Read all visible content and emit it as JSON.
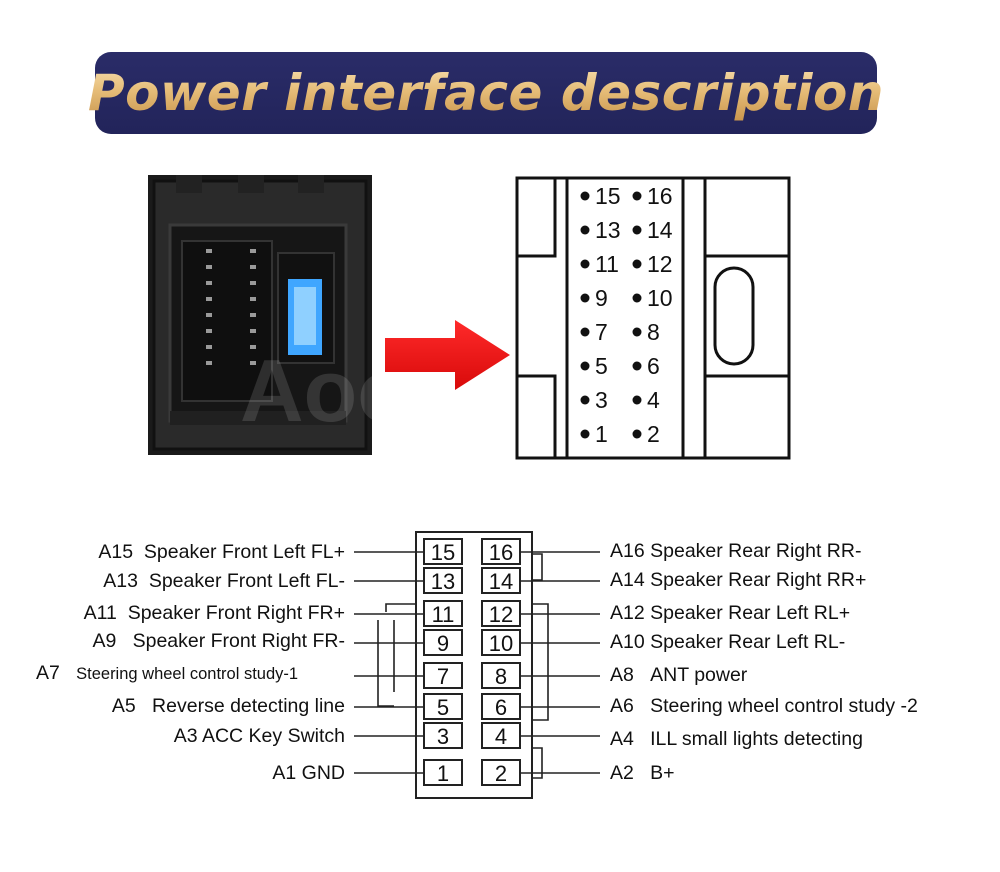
{
  "banner": {
    "title": "Power interface description"
  },
  "pinmap": {
    "rows": [
      [
        "15",
        "16"
      ],
      [
        "13",
        "14"
      ],
      [
        "11",
        "12"
      ],
      [
        "9",
        "10"
      ],
      [
        "7",
        "8"
      ],
      [
        "5",
        "6"
      ],
      [
        "3",
        "4"
      ],
      [
        "1",
        "2"
      ]
    ]
  },
  "connector": {
    "rows": [
      [
        "15",
        "16"
      ],
      [
        "13",
        "14"
      ],
      [
        "11",
        "12"
      ],
      [
        "9",
        "10"
      ],
      [
        "7",
        "8"
      ],
      [
        "5",
        "6"
      ],
      [
        "3",
        "4"
      ],
      [
        "1",
        "2"
      ]
    ]
  },
  "left_labels": [
    {
      "code": "A15",
      "text": "Speaker Front Left FL+"
    },
    {
      "code": "A13",
      "text": "Speaker Front Left FL-"
    },
    {
      "code": "A11",
      "text": "Speaker Front Right FR+"
    },
    {
      "code": "A9",
      "text": "Speaker Front Right FR-"
    },
    {
      "code": "A7",
      "text": "Steering wheel control study-1"
    },
    {
      "code": "A5",
      "text": "Reverse detecting line"
    },
    {
      "code": "",
      "text": "A3 ACC Key Switch"
    },
    {
      "code": "",
      "text": "A1 GND"
    }
  ],
  "right_labels": [
    {
      "code": "A16",
      "text": "Speaker Rear Right RR-"
    },
    {
      "code": "A14",
      "text": "Speaker Rear Right RR+"
    },
    {
      "code": "A12",
      "text": "Speaker Rear Left RL+"
    },
    {
      "code": "A10",
      "text": "Speaker Rear Left RL-"
    },
    {
      "code": "A8",
      "text": "ANT power"
    },
    {
      "code": "A6",
      "text": "Steering wheel control study -2"
    },
    {
      "code": "A4",
      "text": "ILL small lights detecting"
    },
    {
      "code": "A2",
      "text": "B+"
    }
  ],
  "watermark": "Aoonav",
  "colors": {
    "banner_bg": "#24265c",
    "title_gold": "#e3b877",
    "arrow_red": "#ee1111",
    "fuse_blue": "#3fa6ff"
  }
}
